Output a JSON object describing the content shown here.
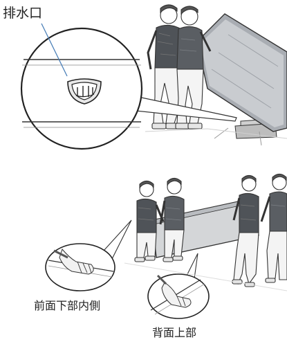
{
  "labels": {
    "drain_outlet": "排水口",
    "front_lower_inside": "前面下部内側",
    "back_top": "背面上部"
  },
  "colors": {
    "line": "#333333",
    "panel_fill": "#d4d6d8",
    "panel_dark": "#aeb1b5",
    "shirt": "#4f5358",
    "pants": "#f4f4f4",
    "callout_line": "#4a7fb8",
    "shadow": "#c8c8c8"
  }
}
